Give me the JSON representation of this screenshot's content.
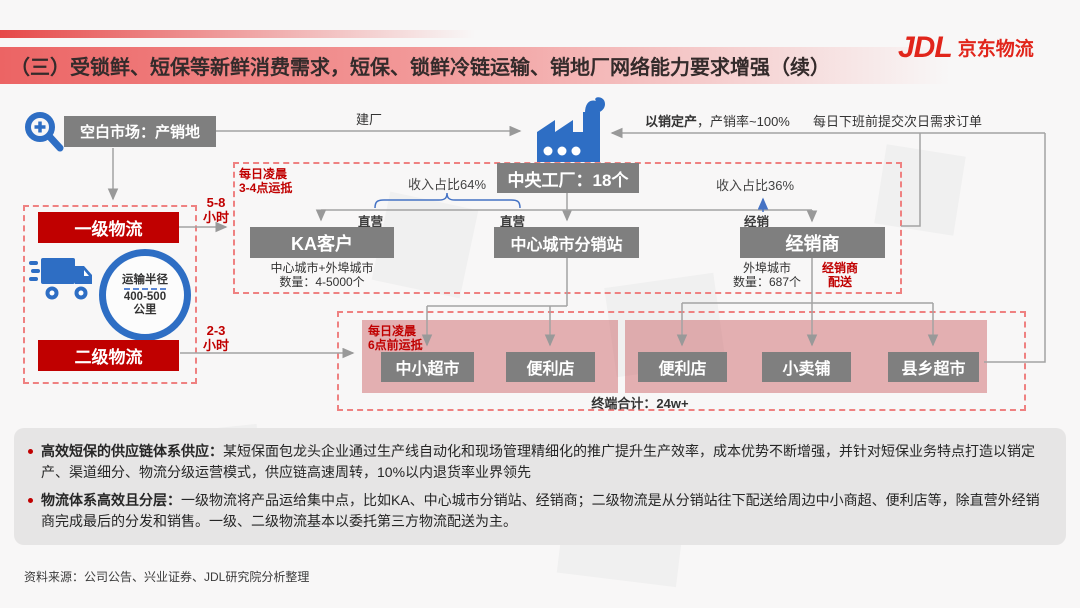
{
  "header": {
    "title": "（三）受锁鲜、短保等新鲜消费需求，短保、锁鲜冷链运输、销地厂网络能力要求增强（续）",
    "logo_mark": "JDL",
    "logo_name": "京东物流"
  },
  "diagram": {
    "blank_market": "空白市场：产销地",
    "build_factory": "建厂",
    "central_factory": "中央工厂：18个",
    "produce_to_sale_bold": "以销定产",
    "produce_to_sale_rest": "，产销率~100%",
    "daily_order": "每日下班前提交次日需求订单",
    "arrive34_1": "每日凌晨",
    "arrive34_2": "3-4点运抵",
    "revenue64": "收入占比64%",
    "revenue36": "收入占比36%",
    "direct1": "直营",
    "direct2": "直营",
    "dist_label": "经销",
    "ka": "KA客户",
    "ka_note1": "中心城市+外埠城市",
    "ka_note2": "数量：4-5000个",
    "station": "中心城市分销站",
    "dealer": "经销商",
    "dealer_note1": "外埠城市",
    "dealer_note2": "数量：687个",
    "dealer_red1": "经销商",
    "dealer_red2": "配送",
    "tier1": "一级物流",
    "tier1_t1": "5-8",
    "tier1_t2": "小时",
    "radius1": "运输半径",
    "radius2": "400-500",
    "radius3": "公里",
    "tier2": "二级物流",
    "tier2_t1": "2-3",
    "tier2_t2": "小时",
    "arrive6_1": "每日凌晨",
    "arrive6_2": "6点前运抵",
    "stores_left": [
      "中小超市",
      "便利店"
    ],
    "stores_right": [
      "便利店",
      "小卖铺",
      "县乡超市"
    ],
    "terminal_total": "终端合计：24w+"
  },
  "notes": {
    "b1_bold": "高效短保的供应链体系供应：",
    "b1_text": "某短保面包龙头企业通过生产线自动化和现场管理精细化的推广提升生产效率，成本优势不断增强，并针对短保业务特点打造以销定产、渠道细分、物流分级运营模式，供应链高速周转，10%以内退货率业界领先",
    "b2_bold": "物流体系高效且分层：",
    "b2_text": "一级物流将产品运给集中点，比如KA、中心城市分销站、经销商；二级物流是从分销站往下配送给周边中小商超、便利店等，除直营外经销商完成最后的分发和销售。一级、二级物流基本以委托第三方物流配送为主。"
  },
  "footer": {
    "source": "资料来源：公司公告、兴业证券、JDL研究院分析整理"
  },
  "colors": {
    "jd_red": "#e1251b",
    "deep_red": "#c00000",
    "bar_red": "#ec6464",
    "dashed_red": "#ef8181",
    "box_gray": "#7f7f7f",
    "blue": "#2e6ec4",
    "bracket_blue": "#4472c4",
    "line_gray": "#9a9a9a",
    "panel_gray": "#e6e5e5"
  }
}
